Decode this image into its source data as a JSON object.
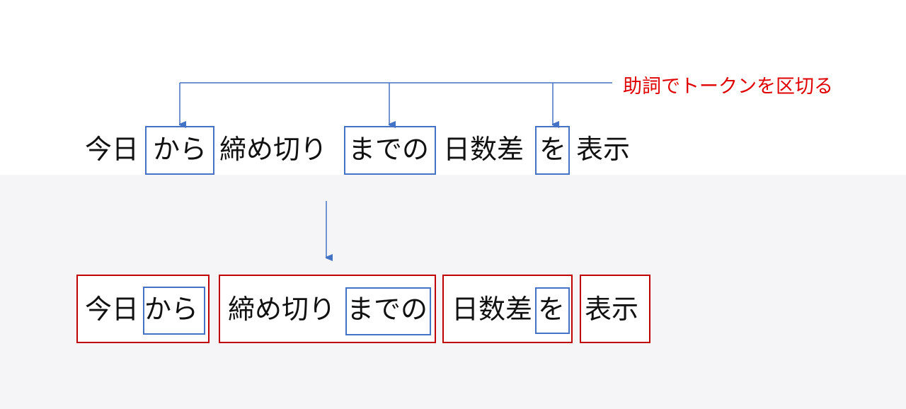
{
  "label": "助詞でトークンを区切る",
  "top_row": [
    "今日",
    "から",
    "締め切り",
    "までの",
    "日数差",
    "を",
    "表示"
  ],
  "bottom_row": {
    "chunk1": [
      "今日",
      "から"
    ],
    "chunk2": [
      "締め切り",
      "までの"
    ],
    "chunk3": [
      "日数差",
      "を"
    ],
    "chunk4": [
      "表示"
    ]
  },
  "colors": {
    "particle_box": "#4472c4",
    "chunk_box": "#c00000",
    "label": "#e00000"
  }
}
